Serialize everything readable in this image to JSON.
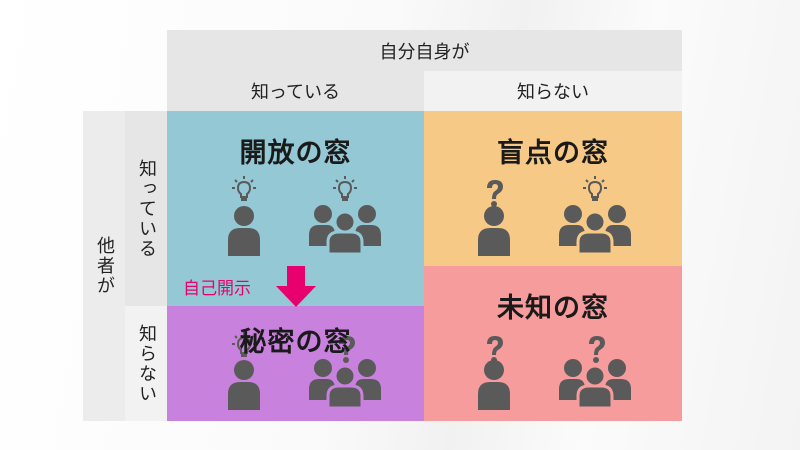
{
  "header": {
    "self_title": "自分自身が",
    "self_known": "知っている",
    "self_unknown": "知らない"
  },
  "side": {
    "others_title": "他者が",
    "others_known": "知っている",
    "others_unknown": "知らない"
  },
  "quadrants": {
    "open": {
      "title": "開放の窓",
      "color": "#93c8d4"
    },
    "blind": {
      "title": "盲点の窓",
      "color": "#f7c986"
    },
    "hidden": {
      "title": "秘密の窓",
      "color": "#c882dd"
    },
    "unknown": {
      "title": "未知の窓",
      "color": "#f79c9c"
    }
  },
  "arrow": {
    "label": "自己開示",
    "color": "#e8006f"
  },
  "icons": {
    "person": "person-icon",
    "group": "group-icon",
    "bulb": "lightbulb-icon",
    "question": "question-mark-icon"
  }
}
